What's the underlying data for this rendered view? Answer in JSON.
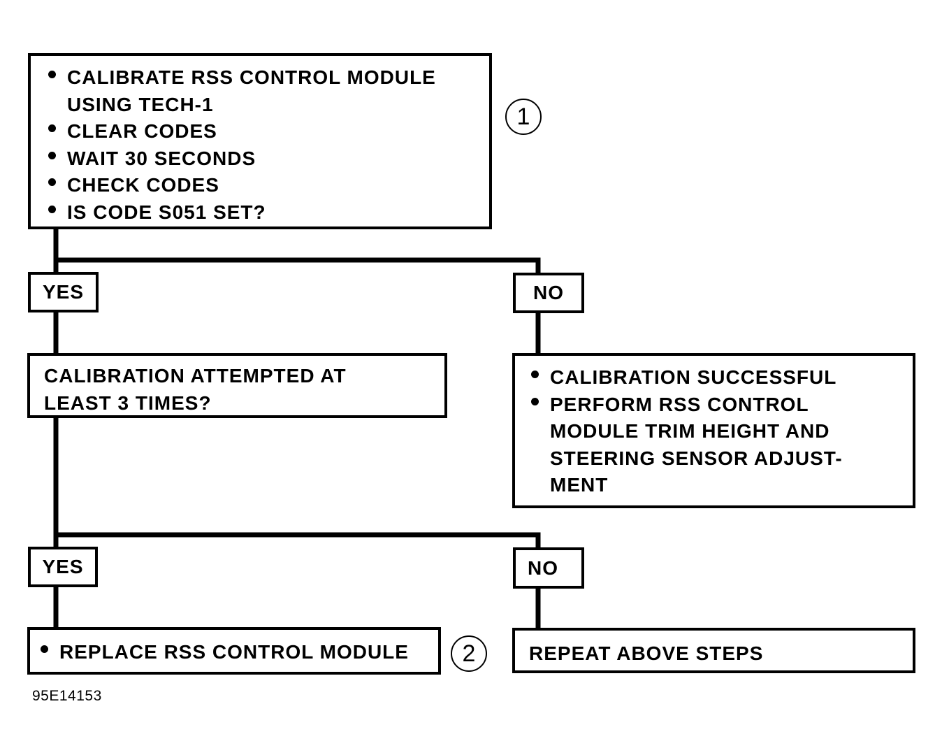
{
  "step1": {
    "items": [
      "CALIBRATE RSS CONTROL MODULE USING TECH-1",
      "CLEAR CODES",
      "WAIT 30 SECONDS",
      "CHECK CODES",
      "IS CODE S051 SET?"
    ],
    "callout": "1"
  },
  "branch1": {
    "yes_label": "YES",
    "no_label": "NO"
  },
  "step2": {
    "question": "CALIBRATION ATTEMPTED AT LEAST 3 TIMES?"
  },
  "success": {
    "items": [
      "CALIBRATION SUCCESSFUL",
      "PERFORM RSS CONTROL MODULE TRIM HEIGHT AND STEERING SENSOR ADJUST-MENT"
    ]
  },
  "branch2": {
    "yes_label": "YES",
    "no_label": "NO"
  },
  "replace": {
    "items": [
      "REPLACE RSS CONTROL MODULE"
    ],
    "callout": "2"
  },
  "repeat": {
    "text": "REPEAT ABOVE STEPS"
  },
  "figure_id": "95E14153"
}
